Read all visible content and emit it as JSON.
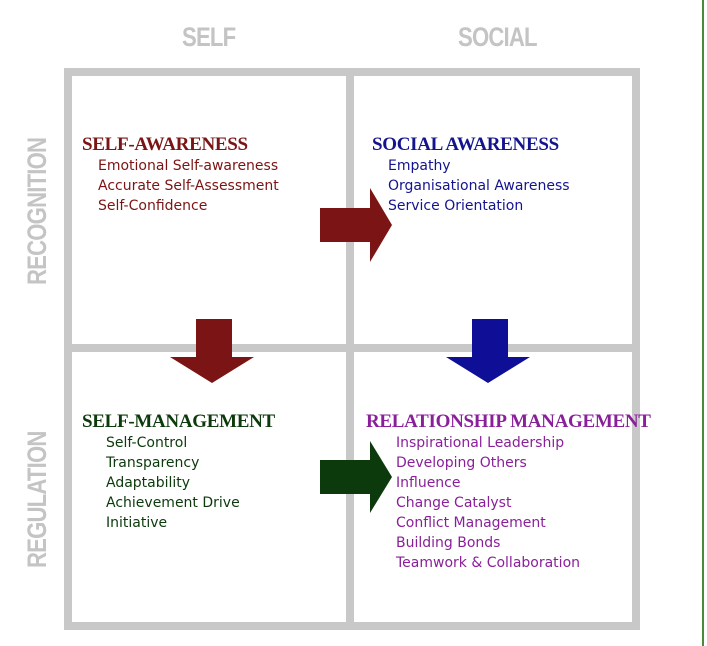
{
  "columns": {
    "self": "SELF",
    "social": "SOCIAL"
  },
  "rows": {
    "recognition": "RECOGNITION",
    "regulation": "REGULATION"
  },
  "colors": {
    "grid": "#c8c8c8",
    "headers": "#c4c4c4",
    "self_awareness": "#7b1414",
    "social_awareness": "#14148f",
    "self_management": "#0c3a0c",
    "relationship_management": "#8a1f9a",
    "side_bar": "#4a8a3a"
  },
  "quadrants": {
    "self_awareness": {
      "title": "SELF-AWARENESS",
      "items": [
        "Emotional Self-awareness",
        "Accurate Self-Assessment",
        "Self-Confidence"
      ]
    },
    "social_awareness": {
      "title": "SOCIAL AWARENESS",
      "items": [
        "Empathy",
        "Organisational Awareness",
        "Service Orientation"
      ]
    },
    "self_management": {
      "title": "SELF-MANAGEMENT",
      "items": [
        "Self-Control",
        "Transparency",
        "Adaptability",
        "Achievement Drive",
        "Initiative"
      ]
    },
    "relationship_management": {
      "title": "RELATIONSHIP MANAGEMENT",
      "items": [
        "Inspirational Leadership",
        "Developing Others",
        "Influence",
        "Change Catalyst",
        "Conflict Management",
        "Building Bonds",
        "Teamwork & Collaboration"
      ]
    }
  },
  "arrows": [
    {
      "id": "self-awareness-to-social-awareness",
      "direction": "right",
      "color": "#7b1414"
    },
    {
      "id": "self-awareness-to-self-management",
      "direction": "down",
      "color": "#7b1414"
    },
    {
      "id": "social-awareness-to-relationship-management",
      "direction": "down",
      "color": "#0e0e96"
    },
    {
      "id": "self-management-to-relationship-management",
      "direction": "right",
      "color": "#0c3a0c"
    }
  ]
}
